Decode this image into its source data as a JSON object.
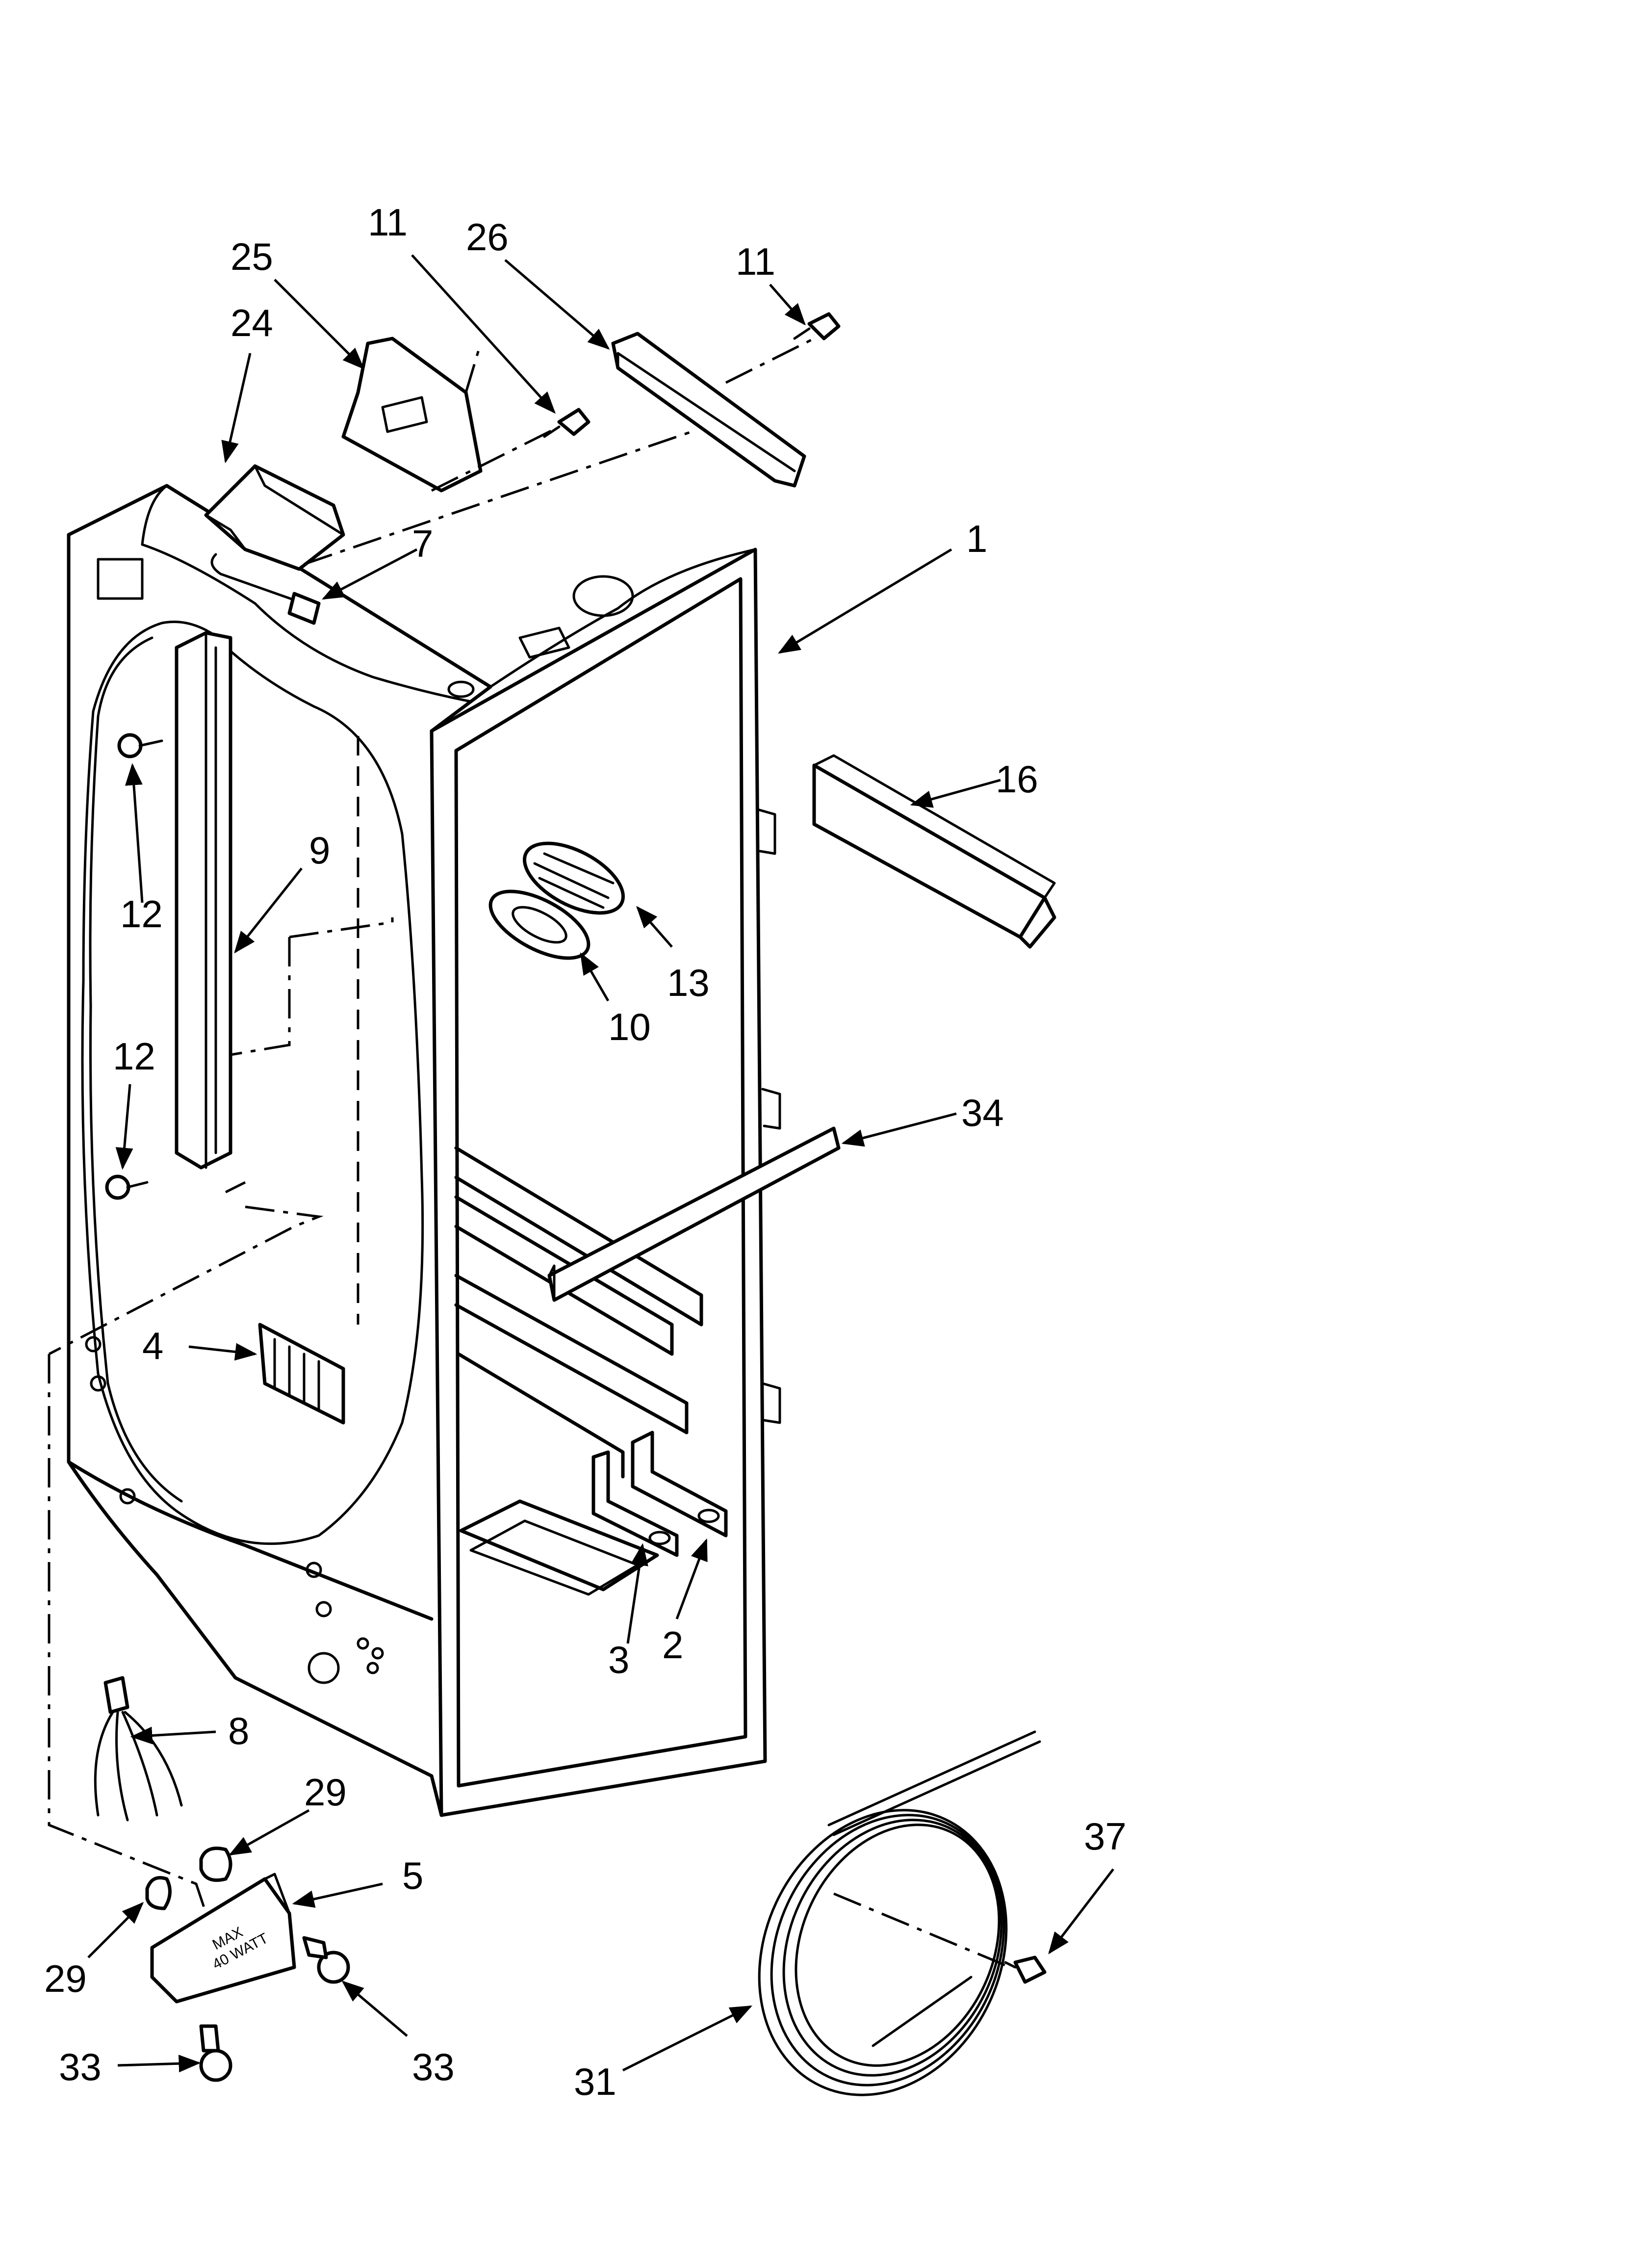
{
  "diagram": {
    "stamp": [
      "MAX",
      "40 WATT"
    ],
    "callouts": [
      {
        "id": "c1",
        "text": "1"
      },
      {
        "id": "c2",
        "text": "2"
      },
      {
        "id": "c3",
        "text": "3"
      },
      {
        "id": "c4",
        "text": "4"
      },
      {
        "id": "c5",
        "text": "5"
      },
      {
        "id": "c7",
        "text": "7"
      },
      {
        "id": "c8",
        "text": "8"
      },
      {
        "id": "c9",
        "text": "9"
      },
      {
        "id": "c10",
        "text": "10"
      },
      {
        "id": "c11a",
        "text": "11"
      },
      {
        "id": "c11b",
        "text": "11"
      },
      {
        "id": "c12a",
        "text": "12"
      },
      {
        "id": "c12b",
        "text": "12"
      },
      {
        "id": "c13",
        "text": "13"
      },
      {
        "id": "c16",
        "text": "16"
      },
      {
        "id": "c24",
        "text": "24"
      },
      {
        "id": "c25",
        "text": "25"
      },
      {
        "id": "c26",
        "text": "26"
      },
      {
        "id": "c29a",
        "text": "29"
      },
      {
        "id": "c29b",
        "text": "29"
      },
      {
        "id": "c31",
        "text": "31"
      },
      {
        "id": "c33a",
        "text": "33"
      },
      {
        "id": "c33b",
        "text": "33"
      },
      {
        "id": "c34",
        "text": "34"
      },
      {
        "id": "c37",
        "text": "37"
      }
    ]
  }
}
